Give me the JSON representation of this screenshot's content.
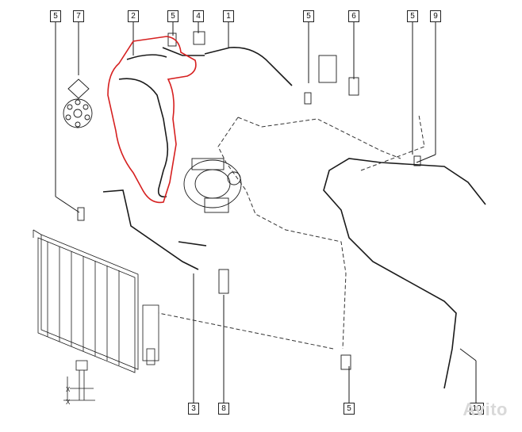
{
  "callouts": {
    "c5a": "5",
    "c7": "7",
    "c2": "2",
    "c5b": "5",
    "c4": "4",
    "c1": "1",
    "c5c": "5",
    "c6": "6",
    "c5d": "5",
    "c9": "9",
    "c3": "3",
    "c8": "8",
    "c5e": "5",
    "c10": "10"
  },
  "watermark": "Avito",
  "colors": {
    "highlight": "#d62020",
    "line": "#1a1a1a",
    "dash": "#333333"
  }
}
